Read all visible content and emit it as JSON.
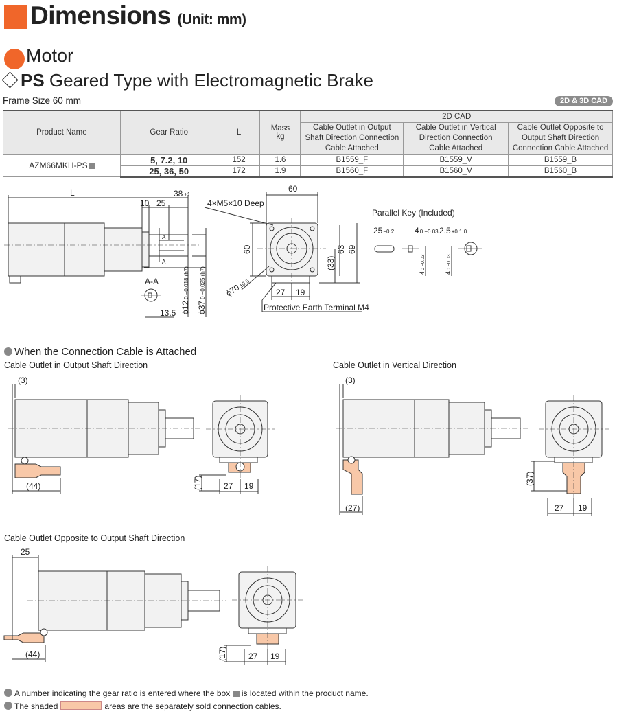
{
  "header": {
    "title": "Dimensions",
    "unit": "(Unit: mm)",
    "category": "Motor",
    "series_bold": "PS",
    "series_rest": "Geared Type with Electromagnetic Brake",
    "frame_size": "Frame Size 60 mm",
    "cad_badge": "2D & 3D CAD"
  },
  "table": {
    "headers": {
      "product_name": "Product Name",
      "gear_ratio": "Gear Ratio",
      "l": "L",
      "mass": "Mass",
      "mass_unit": "kg",
      "cad_2d": "2D CAD",
      "outlet_output": "Cable Outlet in Output Shaft Direction Connection Cable Attached",
      "outlet_vertical": "Cable Outlet in Vertical Direction Connection Cable Attached",
      "outlet_opposite": "Cable Outlet Opposite to Output Shaft Direction Connection Cable Attached"
    },
    "product_name": "AZM66MKH-PS",
    "rows": [
      {
        "gear": "5, 7.2, 10",
        "l": "152",
        "mass": "1.6",
        "f": "B1559_F",
        "v": "B1559_V",
        "b": "B1559_B"
      },
      {
        "gear": "25, 36, 50",
        "l": "172",
        "mass": "1.9",
        "f": "B1560_F",
        "v": "B1560_V",
        "b": "B1560_B"
      }
    ]
  },
  "drawing": {
    "l": "L",
    "d10": "10",
    "d25": "25",
    "d38": "38",
    "tol_pm1": "±1",
    "sec_a": "A",
    "aa": "A-A",
    "d135": "13.5",
    "phi12": "ϕ12",
    "phi12_tol": "0 −0.018 (h7)",
    "phi37": "ϕ37",
    "phi37_tol": "0 −0.025 (h7)",
    "d60_top": "60",
    "deep": "4×M5×10 Deep",
    "d60_side": "60",
    "d63": "63",
    "d69": "69",
    "d33": "(33)",
    "phi70": "ϕ70",
    "tol_pm05": "±0.5",
    "d27": "27",
    "d19": "19",
    "pe": "Protective Earth Terminal M4",
    "key_title": "Parallel Key (Included)",
    "key25": "25",
    "key25_tol": "−0.2",
    "key4": "4",
    "key4_tol": "0 −0.03",
    "key25b": "2.5",
    "key25b_tol": "+0.1 0"
  },
  "cable": {
    "section": "When the Connection Cable is Attached",
    "output": "Cable Outlet in Output Shaft Direction",
    "vertical": "Cable Outlet in Vertical Direction",
    "opposite": "Cable Outlet Opposite to Output Shaft Direction",
    "d3": "(3)",
    "d44": "(44)",
    "d17": "(17)",
    "d27": "27",
    "d19": "19",
    "d27p": "(27)",
    "d37p": "(37)",
    "d25": "25"
  },
  "notes": {
    "n1a": "A number indicating the gear ratio is entered where the box",
    "n1b": "is located within the product name.",
    "n2a": "The shaded",
    "n2b": "areas are the separately sold connection cables."
  }
}
